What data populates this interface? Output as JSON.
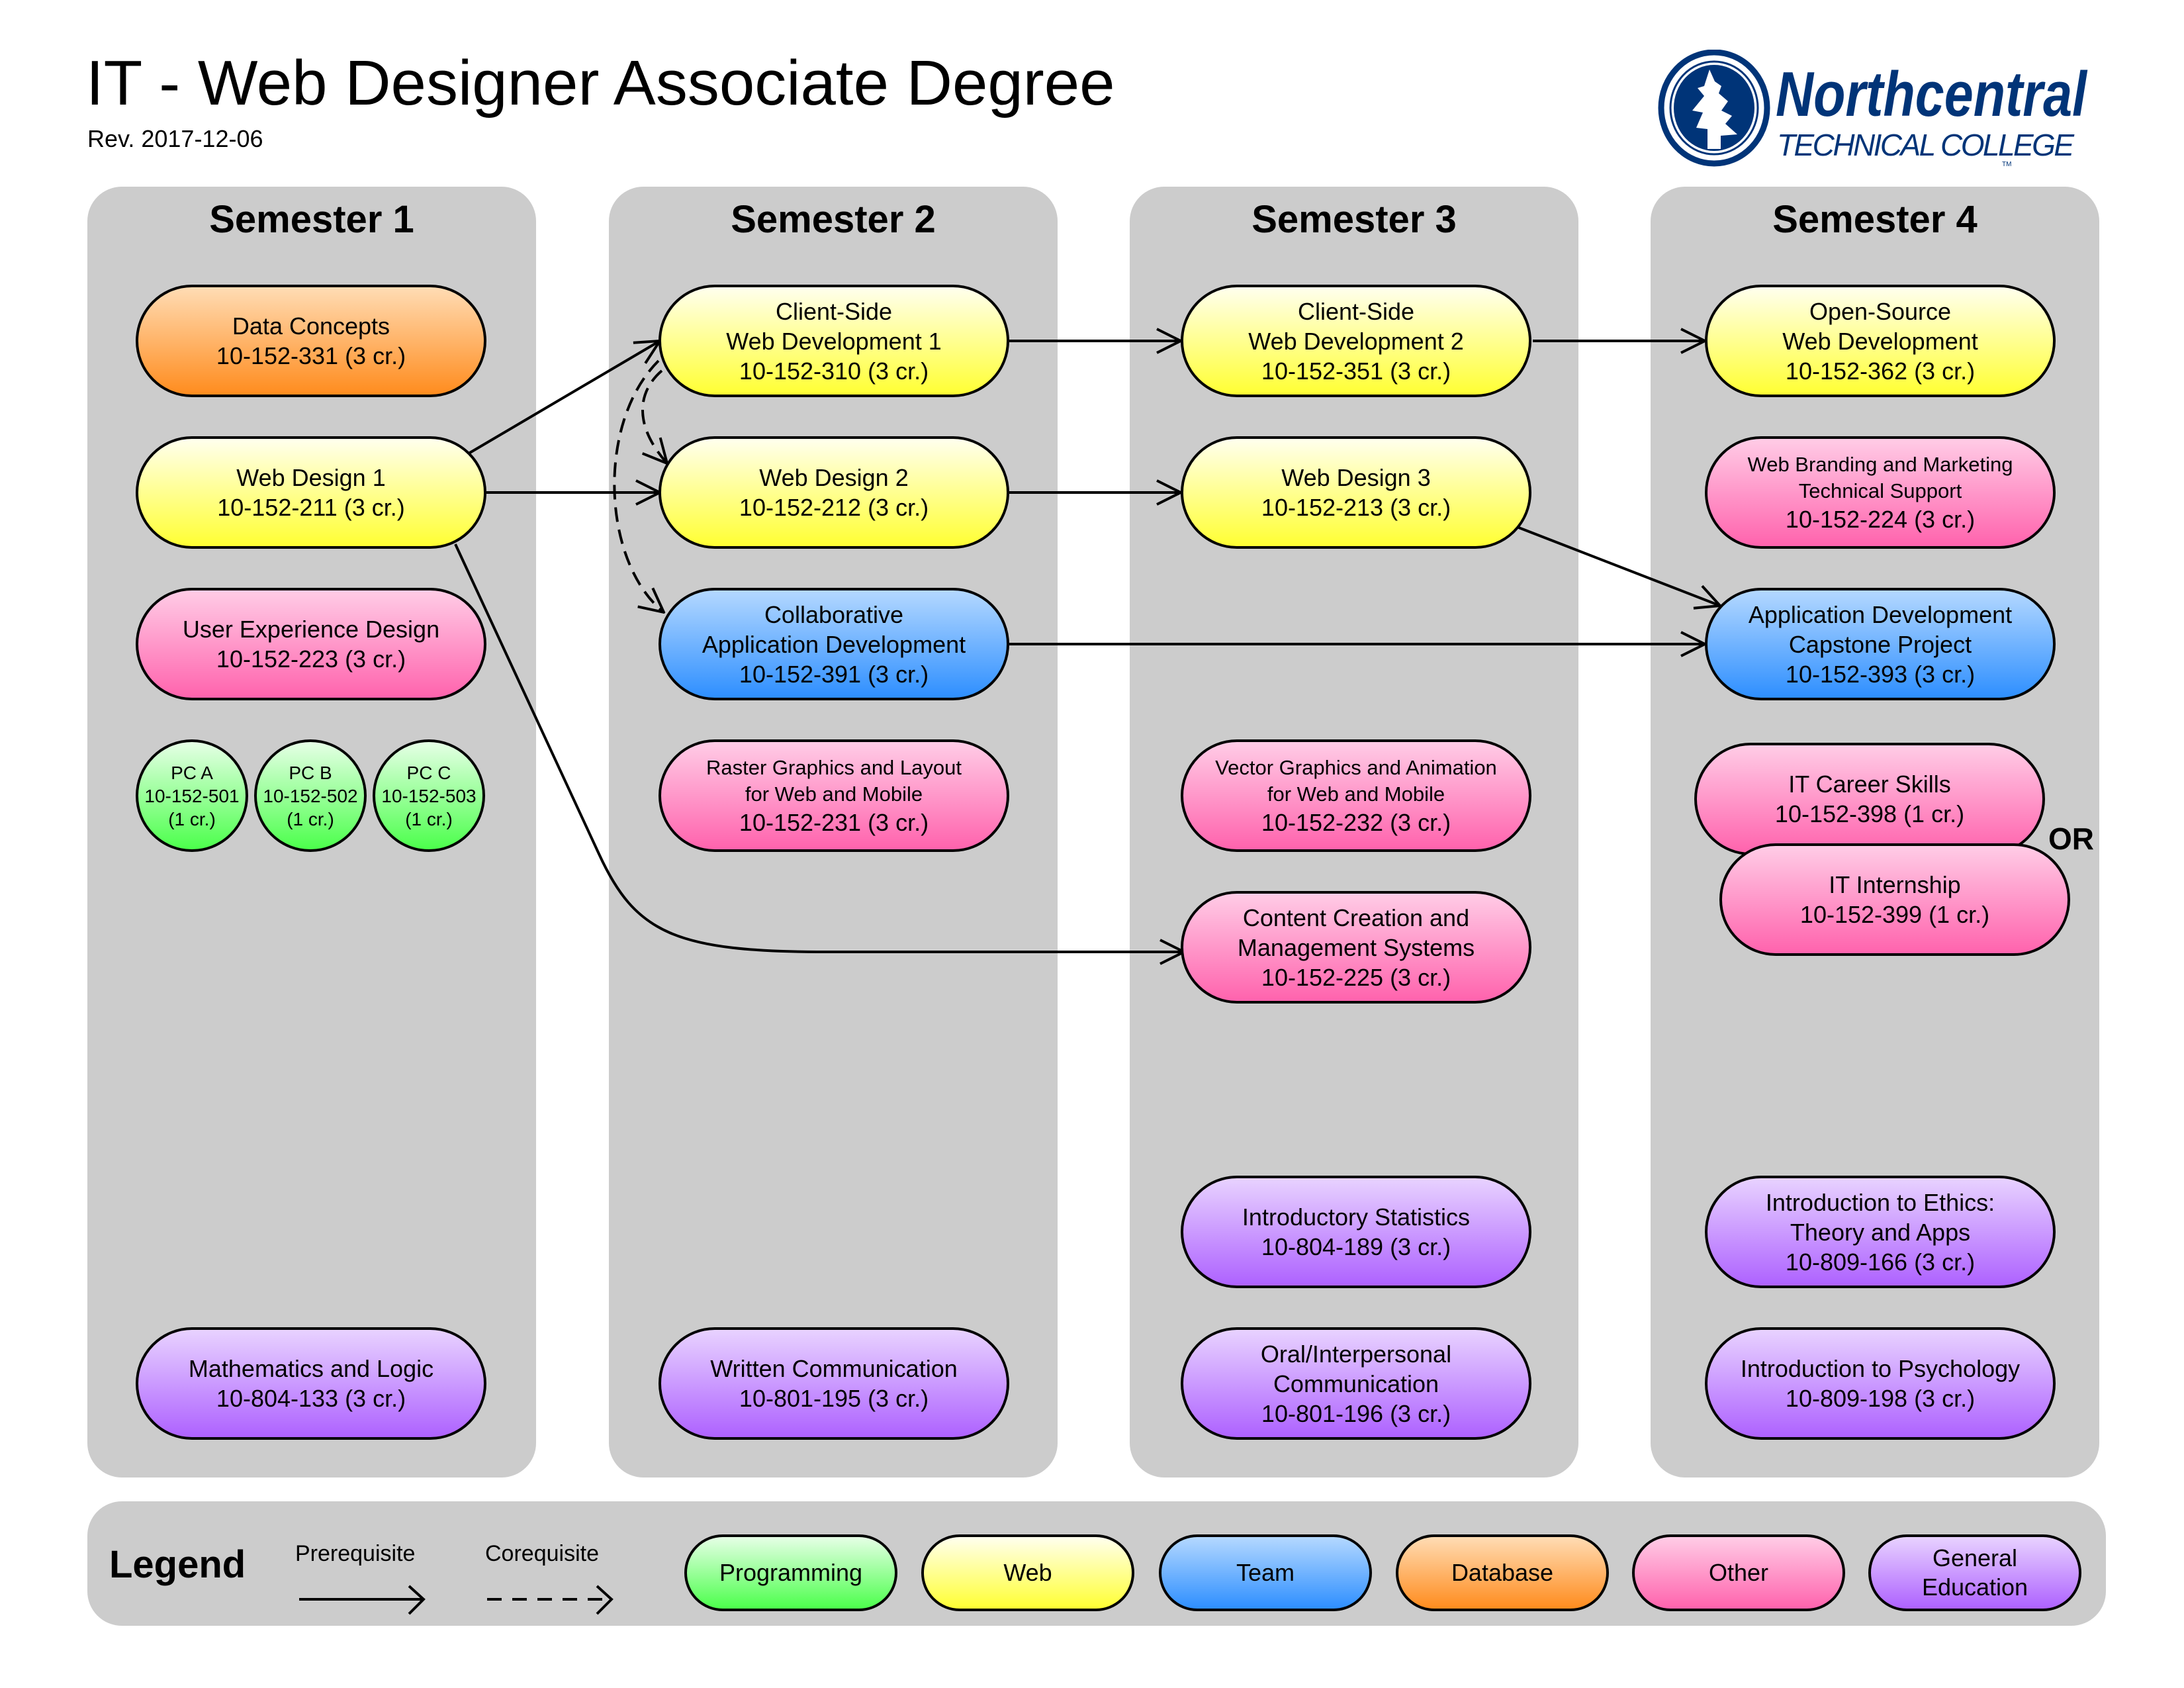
{
  "header": {
    "title": "IT - Web Designer Associate Degree",
    "revision": "Rev. 2017-12-06",
    "logo": {
      "name": "Northcentral",
      "subtitle": "TECHNICAL COLLEGE",
      "trademark": "TM",
      "color": "#003478",
      "icon": "pine-tree-emblem-icon"
    }
  },
  "semesters": [
    {
      "title": "Semester 1"
    },
    {
      "title": "Semester 2"
    },
    {
      "title": "Semester 3"
    },
    {
      "title": "Semester 4"
    }
  ],
  "courses": {
    "data_concepts": {
      "name": "Data Concepts",
      "code": "10-152-331 (3 cr.)",
      "category": "Database"
    },
    "web_design_1": {
      "name": "Web Design 1",
      "code": "10-152-211 (3 cr.)",
      "category": "Web"
    },
    "ux_design": {
      "name": "User Experience Design",
      "code": "10-152-223 (3 cr.)",
      "category": "Other"
    },
    "pc_a": {
      "name": "PC A",
      "code": "10-152-501",
      "credits": "(1 cr.)",
      "category": "Programming"
    },
    "pc_b": {
      "name": "PC B",
      "code": "10-152-502",
      "credits": "(1 cr.)",
      "category": "Programming"
    },
    "pc_c": {
      "name": "PC C",
      "code": "10-152-503",
      "credits": "(1 cr.)",
      "category": "Programming"
    },
    "math_logic": {
      "name": "Mathematics and Logic",
      "code": "10-804-133 (3 cr.)",
      "category": "General Education"
    },
    "csweb_1": {
      "name1": "Client-Side",
      "name2": "Web Development 1",
      "code": "10-152-310 (3 cr.)",
      "category": "Web"
    },
    "web_design_2": {
      "name": "Web Design 2",
      "code": "10-152-212 (3 cr.)",
      "category": "Web"
    },
    "collab_app_dev": {
      "name1": "Collaborative",
      "name2": "Application Development",
      "code": "10-152-391 (3 cr.)",
      "category": "Team"
    },
    "raster": {
      "name1": "Raster Graphics and Layout",
      "name2": "for Web and Mobile",
      "code": "10-152-231 (3 cr.)",
      "category": "Other"
    },
    "written_comm": {
      "name": "Written Communication",
      "code": "10-801-195 (3 cr.)",
      "category": "General Education"
    },
    "csweb_2": {
      "name1": "Client-Side",
      "name2": "Web Development 2",
      "code": "10-152-351 (3 cr.)",
      "category": "Web"
    },
    "web_design_3": {
      "name": "Web Design 3",
      "code": "10-152-213 (3 cr.)",
      "category": "Web"
    },
    "vector": {
      "name1": "Vector Graphics and Animation",
      "name2": "for Web and Mobile",
      "code": "10-152-232 (3 cr.)",
      "category": "Other"
    },
    "content_cms": {
      "name1": "Content Creation and",
      "name2": "Management Systems",
      "code": "10-152-225 (3 cr.)",
      "category": "Other"
    },
    "intro_stats": {
      "name": "Introductory Statistics",
      "code": "10-804-189 (3 cr.)",
      "category": "General Education"
    },
    "oral_comm": {
      "name1": "Oral/Interpersonal",
      "name2": "Communication",
      "code": "10-801-196 (3 cr.)",
      "category": "General Education"
    },
    "open_source": {
      "name1": "Open-Source",
      "name2": "Web Development",
      "code": "10-152-362 (3 cr.)",
      "category": "Web"
    },
    "branding": {
      "name1": "Web Branding and Marketing",
      "name2": "Technical Support",
      "code": "10-152-224 (3 cr.)",
      "category": "Other"
    },
    "capstone": {
      "name1": "Application Development",
      "name2": "Capstone Project",
      "code": "10-152-393 (3 cr.)",
      "category": "Team"
    },
    "career_skills": {
      "name": "IT Career Skills",
      "code": "10-152-398 (1 cr.)",
      "category": "Other"
    },
    "internship": {
      "name": "IT Internship",
      "code": "10-152-399 (1 cr.)",
      "category": "Other"
    },
    "ethics": {
      "name1": "Introduction to Ethics:",
      "name2": "Theory and Apps",
      "code": "10-809-166 (3 cr.)",
      "category": "General Education"
    },
    "psychology": {
      "name": "Introduction to Psychology",
      "code": "10-809-198 (3 cr.)",
      "category": "General Education"
    }
  },
  "or_label": "OR",
  "relationships": [
    {
      "from": "web_design_1",
      "to": "csweb_1",
      "type": "prerequisite"
    },
    {
      "from": "web_design_1",
      "to": "web_design_2",
      "type": "prerequisite"
    },
    {
      "from": "web_design_1",
      "to": "content_cms",
      "type": "prerequisite"
    },
    {
      "from": "csweb_1",
      "to": "web_design_2",
      "type": "corequisite"
    },
    {
      "from": "csweb_1",
      "to": "collab_app_dev",
      "type": "corequisite"
    },
    {
      "from": "csweb_1",
      "to": "csweb_2",
      "type": "prerequisite"
    },
    {
      "from": "web_design_2",
      "to": "web_design_3",
      "type": "prerequisite"
    },
    {
      "from": "csweb_2",
      "to": "open_source",
      "type": "prerequisite"
    },
    {
      "from": "web_design_3",
      "to": "capstone",
      "type": "prerequisite"
    },
    {
      "from": "collab_app_dev",
      "to": "capstone",
      "type": "prerequisite"
    }
  ],
  "legend": {
    "title": "Legend",
    "prerequisite_label": "Prerequisite",
    "corequisite_label": "Corequisite",
    "categories": [
      {
        "label": "Programming",
        "color_top": "#e6ffe6",
        "color_bottom": "#4cff4c"
      },
      {
        "label": "Web",
        "color_top": "#ffffee",
        "color_bottom": "#ffff33"
      },
      {
        "label": "Team",
        "color_top": "#b4d8ff",
        "color_bottom": "#2e8fff"
      },
      {
        "label": "Database",
        "color_top": "#ffdcb4",
        "color_bottom": "#ff8c1e"
      },
      {
        "label": "Other",
        "color_top": "#ffcce6",
        "color_bottom": "#ff63ad"
      },
      {
        "label": "General Education",
        "color_top": "#e8d2ff",
        "color_bottom": "#ae62ff"
      }
    ]
  }
}
